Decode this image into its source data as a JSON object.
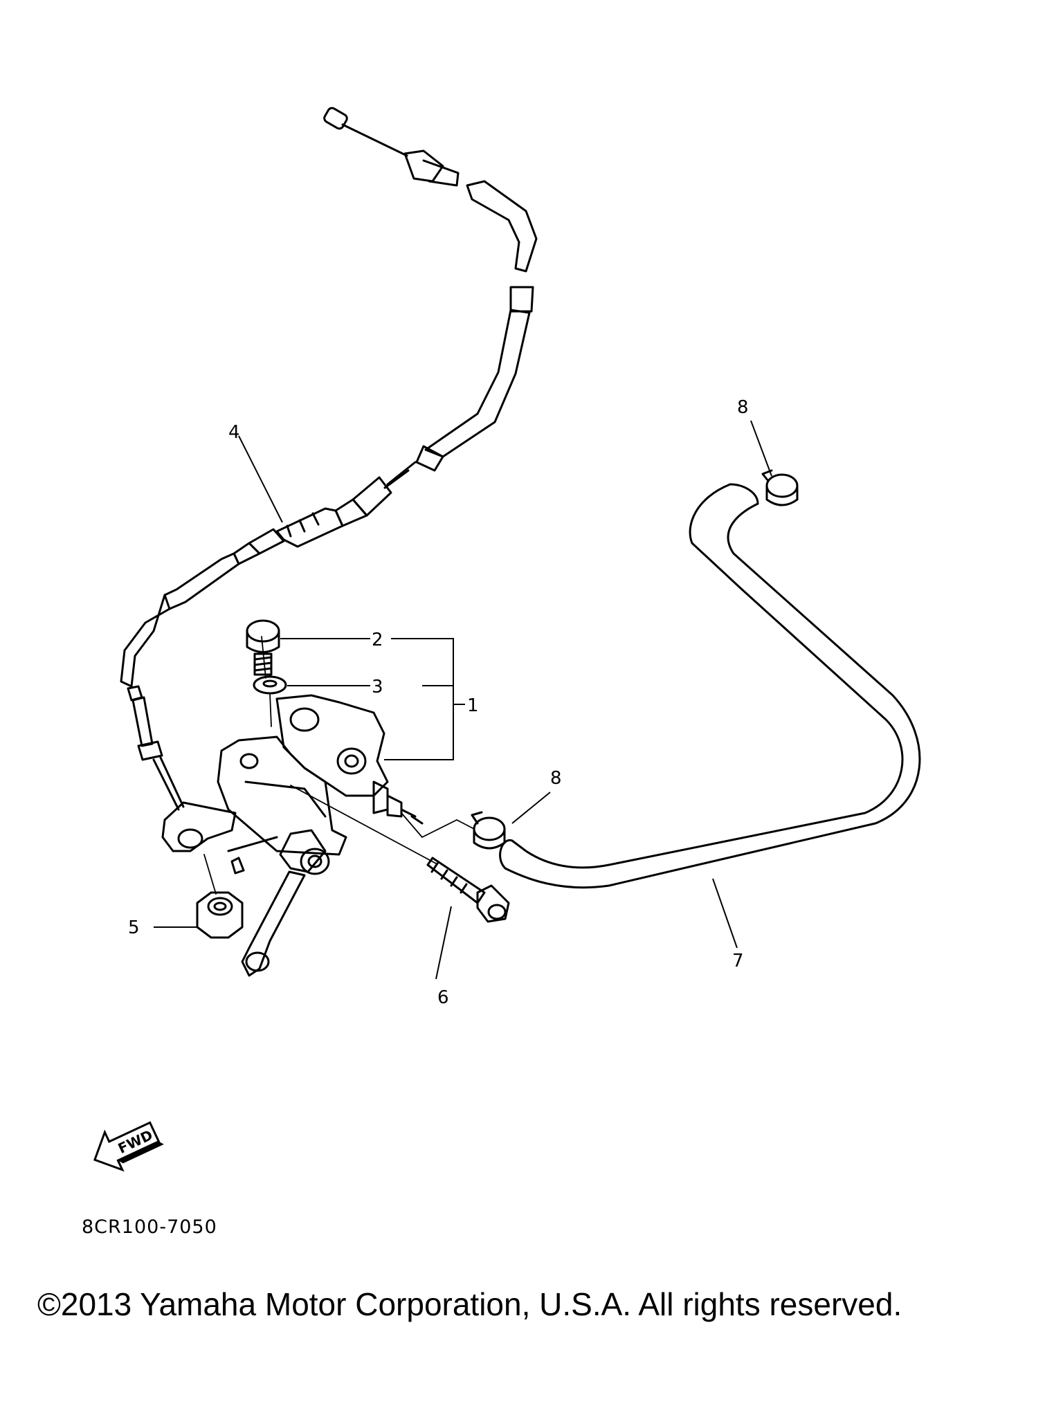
{
  "callouts": {
    "c1": "1",
    "c2": "2",
    "c3": "3",
    "c4": "4",
    "c5": "5",
    "c6": "6",
    "c7": "7",
    "c8a": "8",
    "c8b": "8"
  },
  "fwd_label": "FWD",
  "diagram_ref": "8CR100-7050",
  "copyright": "©2013 Yamaha Motor Corporation, U.S.A. All rights reserved."
}
